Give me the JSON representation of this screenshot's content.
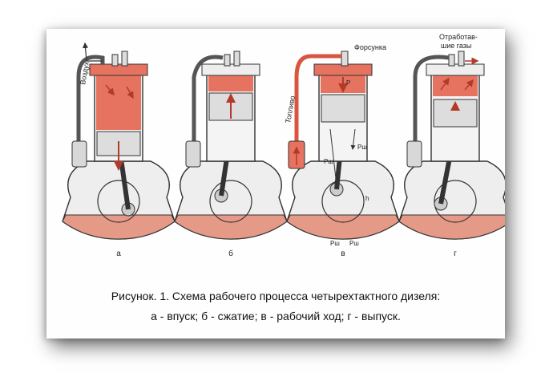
{
  "figure": {
    "caption_line1": "Рисунок. 1. Схема рабочего процесса четырехтактного дизеля:",
    "caption_line2": "а - впуск; б - сжатие; в - рабочий ход; г - выпуск."
  },
  "stages": [
    {
      "letter": "а"
    },
    {
      "letter": "б"
    },
    {
      "letter": "в"
    },
    {
      "letter": "г"
    }
  ],
  "labels": {
    "air": "Воздух",
    "fuel": "Топливо",
    "injector": "Форсунка",
    "exhaust_line1": "Отработав-",
    "exhaust_line2": "шие газы",
    "gas_pressure": "P",
    "force_pw": "Pш",
    "force_h": "h"
  },
  "colors": {
    "gas": "#e6735f",
    "oil": "#e59a88",
    "metal": "#eeeeee",
    "outline": "#333333",
    "arrow": "#b33a2a"
  }
}
